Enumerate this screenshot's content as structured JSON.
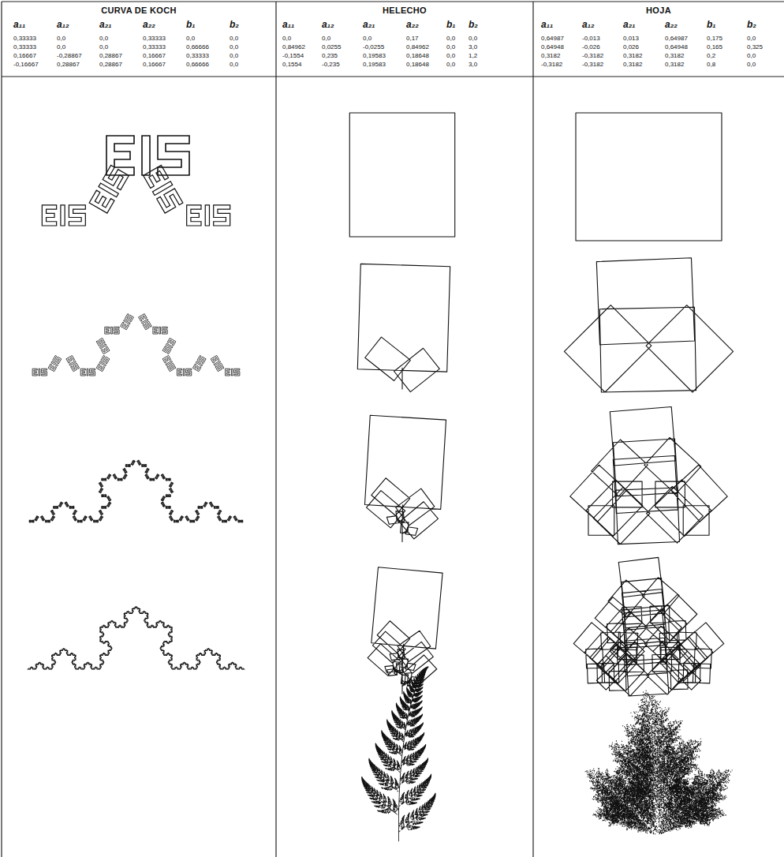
{
  "diagram": {
    "nodes": [
      {
        "text": [
          "CURVA DE KOCH"
        ]
      },
      {
        "text": [
          "HELECHO"
        ]
      },
      {
        "text": [
          "HOJA"
        ]
      }
    ],
    "labels": [
      "a₁₁",
      "a₁₂",
      "a₂₁",
      "a₂₂",
      "b₁",
      "b₂",
      "0,33333",
      "0,0",
      "0,0",
      "0,33333",
      "0,0",
      "0,0",
      "0,33333",
      "0,0",
      "0,0",
      "0,33333",
      "0,66666",
      "0,0",
      "0,16667",
      "-0,28867",
      "0,28867",
      "0,16667",
      "0,33333",
      "0,0",
      "-0,16667",
      "0,28867",
      "0,28867",
      "0,16667",
      "0,66666",
      "0,0",
      "a₁₁",
      "a₁₂",
      "a₂₁",
      "a₂₂",
      "b₁",
      "b₂",
      "0,0",
      "0,0",
      "0,0",
      "0,17",
      "0,0",
      "0,0",
      "0,84962",
      "0,0255",
      "-0,0255",
      "0,84962",
      "0,0",
      "3,0",
      "-0,1554",
      "0,235",
      "0,19583",
      "0,18648",
      "0,0",
      "1,2",
      "0,1554",
      "-0,235",
      "0,19583",
      "0,18648",
      "0,0",
      "3,0",
      "a₁₁",
      "a₁₂",
      "a₂₁",
      "a₂₂",
      "b₁",
      "b₂",
      "0,64987",
      "-0,013",
      "0,013",
      "0,64987",
      "0,175",
      "0,0",
      "0,64948",
      "-0,026",
      "0,026",
      "0,64948",
      "0,165",
      "0,325",
      "0,3182",
      "-0,3182",
      "0,3182",
      "0,3182",
      "0,2",
      "0,0",
      "-0,3182",
      "-0,3182",
      "0,3182",
      "0,3182",
      "0,8",
      "0,0"
    ]
  }
}
